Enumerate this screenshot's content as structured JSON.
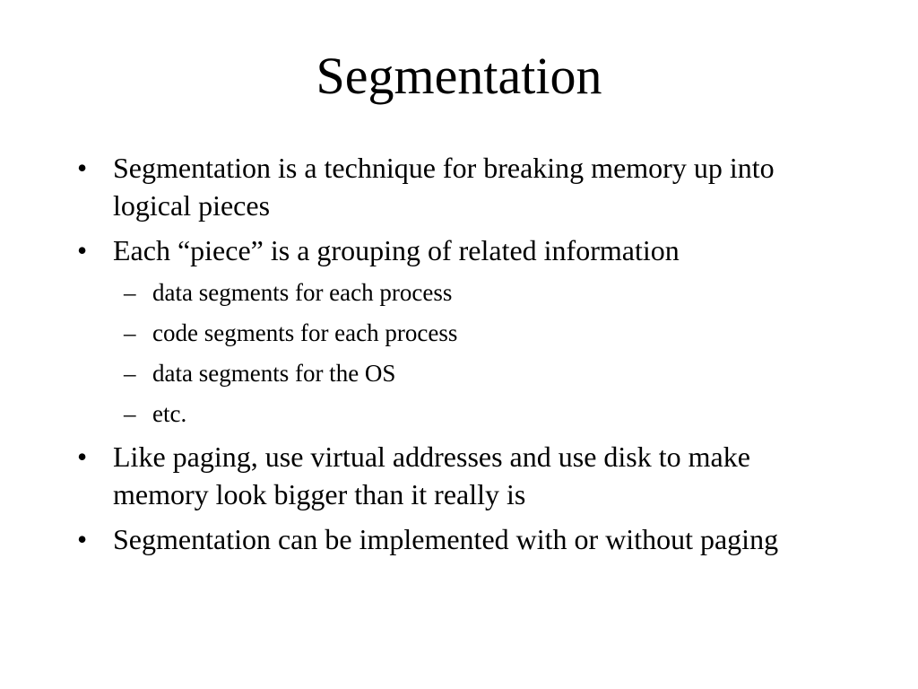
{
  "slide": {
    "title": "Segmentation",
    "bullet_marker": "•",
    "sub_marker": "–",
    "bullets": [
      {
        "text": "Segmentation is a technique for breaking memory up into logical pieces"
      },
      {
        "text": "Each “piece” is a grouping of related information",
        "sub": [
          "data segments for each process",
          "code segments for each process",
          "data segments for the OS",
          "etc."
        ]
      },
      {
        "text": "Like paging, use virtual addresses and use disk to make memory look bigger than it really is"
      },
      {
        "text": "Segmentation can be implemented with or without paging"
      }
    ]
  }
}
